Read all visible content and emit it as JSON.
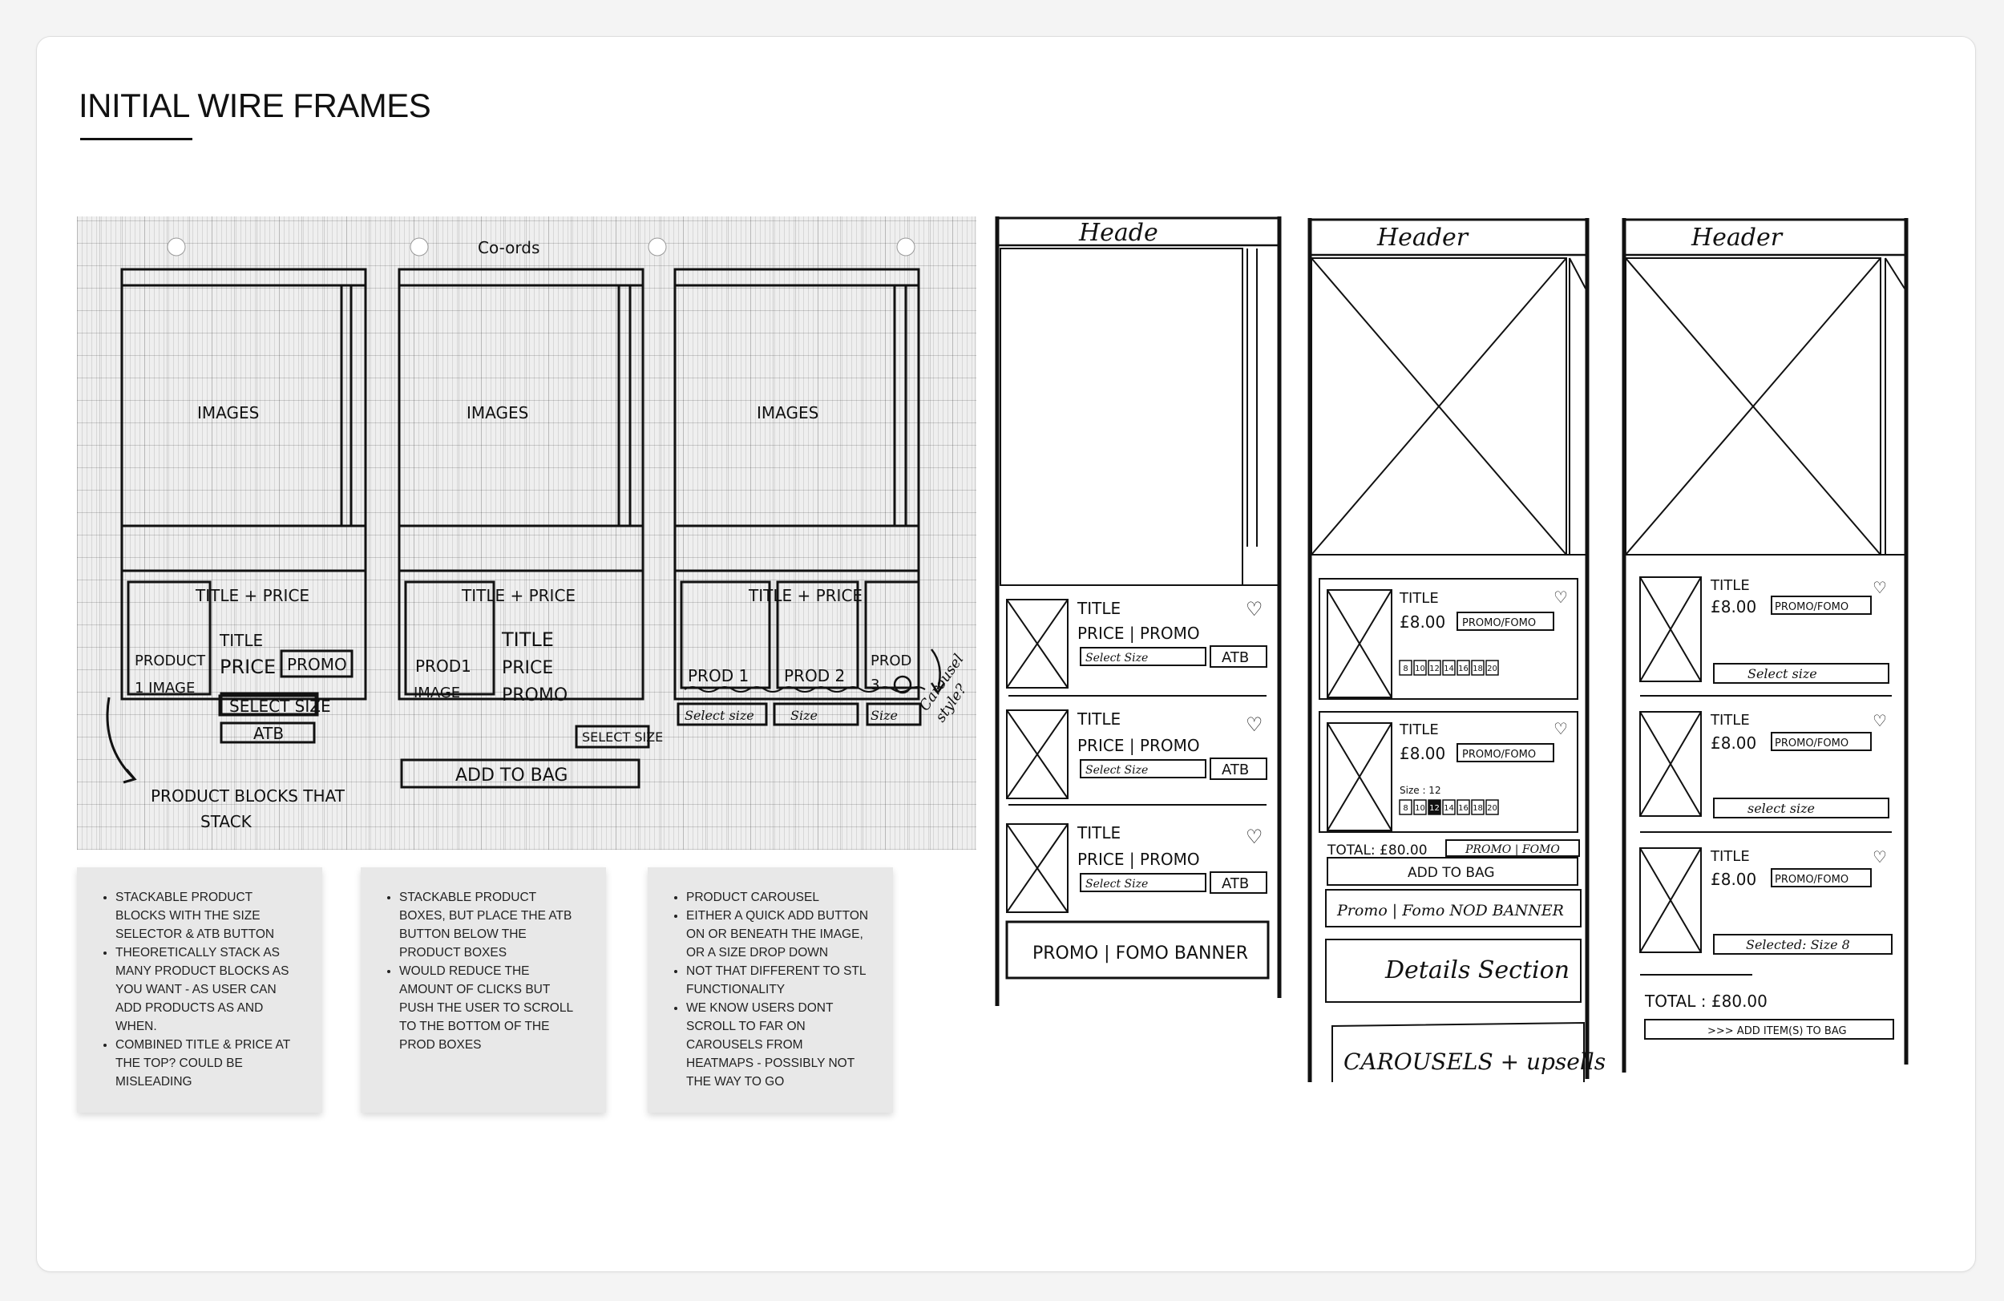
{
  "page": {
    "title": "INITIAL WIRE FRAMES"
  },
  "paper_sketch": {
    "heading": "Co-ords",
    "frame1": {
      "images": "IMAGES",
      "title_price": "TITLE + PRICE",
      "product_image": [
        "PRODUCT",
        "1 IMAGE"
      ],
      "title": "TITLE",
      "price": "PRICE",
      "promo": "PROMO",
      "select_size": "SELECT SIZE",
      "atb": "ATB",
      "annotation": [
        "PRODUCT BLOCKS THAT",
        "STACK"
      ]
    },
    "frame2": {
      "images": "IMAGES",
      "title_price": "TITLE + PRICE",
      "product_image": [
        "PROD1",
        "IMAGE"
      ],
      "title": "TITLE",
      "price": "PRICE",
      "promo": "PROMO",
      "select_size": "SELECT SIZE",
      "add_to_bag": "ADD TO BAG"
    },
    "frame3": {
      "images": "IMAGES",
      "title_price": "TITLE + PRICE",
      "prod1": "PROD 1",
      "prod2": "PROD 2",
      "prod3": [
        "PROD",
        "3"
      ],
      "select_size": "Select size",
      "size": "Size",
      "size_short": "Size",
      "annotation": [
        "Carousel",
        "style?"
      ]
    }
  },
  "notes": [
    {
      "items": [
        "Stackable product blocks with the size selector & ATB button",
        "Theoretically stack as many product blocks as you want - as user can add products as and when.",
        "Combined title & price at the top? Could be misleading"
      ]
    },
    {
      "items": [
        "Stackable product boxes, but place the ATB button below the product boxes",
        "Would reduce the amount of clicks but push the user to scroll to the bottom of the prod boxes"
      ]
    },
    {
      "items": [
        "Product carousel",
        "Either a quick add button on or beneath the image, or a size drop down",
        "Not that different to STL functionality",
        "We know users dont scroll to far on carousels from heatmaps - possibly not the way to go"
      ]
    }
  ],
  "wire_a": {
    "header": "Heade",
    "rows": [
      {
        "title": "TITLE",
        "price_promo": "PRICE | PROMO",
        "select": "Select Size",
        "atb": "ATB"
      },
      {
        "title": "TITLE",
        "price_promo": "PRICE | PROMO",
        "select": "Select Size",
        "atb": "ATB"
      },
      {
        "title": "TITLE",
        "price_promo": "PRICE | PROMO",
        "select": "Select Size",
        "atb": "ATB"
      }
    ],
    "banner": "PROMO | FOMO BANNER"
  },
  "wire_b": {
    "header": "Header",
    "rows": [
      {
        "title": "TITLE",
        "price": "£8.00",
        "promo": "PROMO/FOMO",
        "sizes": [
          "8",
          "10",
          "12",
          "14",
          "16",
          "18",
          "20"
        ]
      },
      {
        "title": "TITLE",
        "price": "£8.00",
        "promo": "PROMO/FOMO",
        "size_label": "Size : 12",
        "sizes": [
          "8",
          "10",
          "12",
          "14",
          "16",
          "18",
          "20"
        ],
        "selected": "12"
      }
    ],
    "total": "TOTAL: £80.00",
    "total_promo": "PROMO | FOMO",
    "add_to_bag": "ADD TO BAG",
    "promo_banner": "Promo | Fomo NOD BANNER",
    "details": "Details Section",
    "carousels": "CAROUSELS + upsells"
  },
  "wire_c": {
    "header": "Header",
    "rows": [
      {
        "title": "TITLE",
        "price": "£8.00",
        "promo": "PROMO/FOMO",
        "select": "Select size"
      },
      {
        "title": "TITLE",
        "price": "£8.00",
        "promo": "PROMO/FOMO",
        "select": "select size"
      },
      {
        "title": "TITLE",
        "price": "£8.00",
        "promo": "PROMO/FOMO",
        "select": "Selected: Size 8"
      }
    ],
    "total": "TOTAL : £80.00",
    "add": ">>> ADD ITEM(S) TO BAG"
  },
  "colors": {
    "ink": "#111111",
    "card": "#ffffff",
    "note": "#e8e8e8",
    "background": "#f4f4f4"
  }
}
